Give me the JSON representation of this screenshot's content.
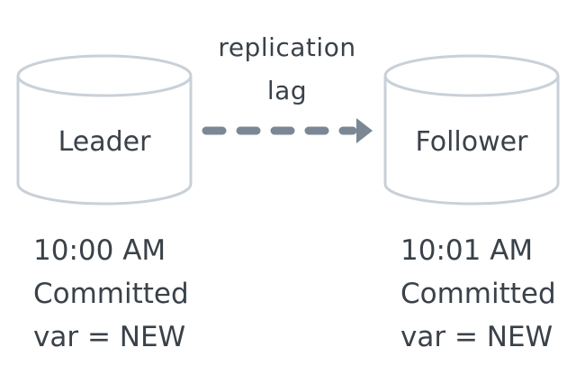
{
  "leader": {
    "label": "Leader",
    "time": "10:00 AM",
    "status": "Committed",
    "value": "var = NEW"
  },
  "follower": {
    "label": "Follower",
    "time": "10:01 AM",
    "status": "Committed",
    "value": "var = NEW"
  },
  "edge": {
    "label_line1": "replication",
    "label_line2": "lag",
    "style": "dashed-arrow"
  },
  "icons": {
    "node_shape": "database-cylinder-icon"
  },
  "colors": {
    "cylinder_stroke": "#c9d0d8",
    "arrow": "#7b8794",
    "text": "#3a4149"
  }
}
